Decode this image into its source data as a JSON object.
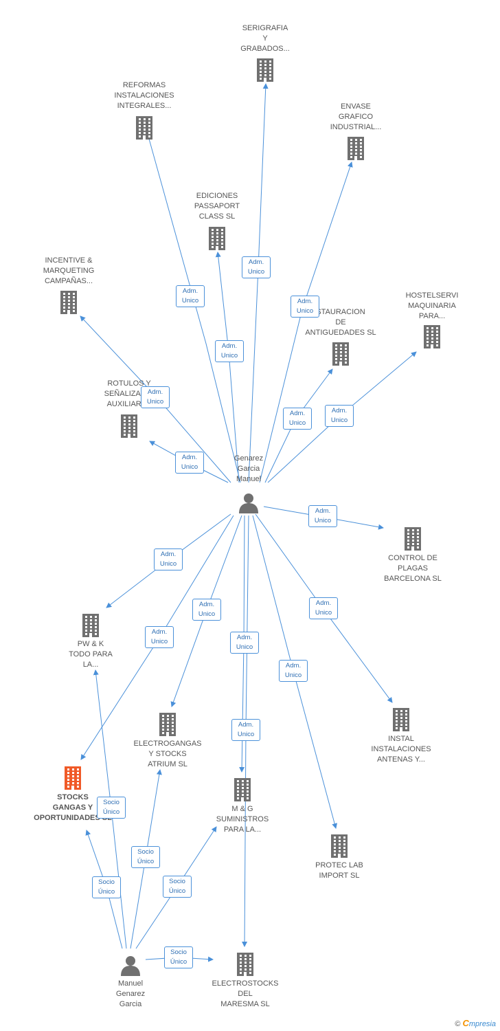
{
  "colors": {
    "edge": "#4a90d9",
    "company": "#707070",
    "highlight": "#f05a28",
    "person": "#707070"
  },
  "persons": [
    {
      "id": "genarez",
      "lines": [
        "Genarez",
        "Garcia",
        "Manuel"
      ],
      "icon": "person-icon"
    },
    {
      "id": "manuel",
      "lines": [
        "Manuel",
        "Genarez",
        "Garcia"
      ],
      "icon": "person-icon"
    }
  ],
  "companies": [
    {
      "id": "serigrafia",
      "lines": [
        "SERIGRAFIA",
        "Y",
        "GRABADOS..."
      ],
      "icon": "building-icon"
    },
    {
      "id": "reformas",
      "lines": [
        "REFORMAS",
        "INSTALACIONES",
        "INTEGRALES..."
      ],
      "icon": "building-icon"
    },
    {
      "id": "envase",
      "lines": [
        "ENVASE",
        "GRAFICO",
        "INDUSTRIAL..."
      ],
      "icon": "building-icon"
    },
    {
      "id": "ediciones",
      "lines": [
        "EDICIONES",
        "PASSAPORT",
        "CLASS SL"
      ],
      "icon": "building-icon"
    },
    {
      "id": "incentive",
      "lines": [
        "INCENTIVE &",
        "MARQUETING",
        "CAMPAÑAS..."
      ],
      "icon": "building-icon"
    },
    {
      "id": "restauracion",
      "lines": [
        "STAURACION",
        "DE",
        "ANTIGUEDADES SL"
      ],
      "icon": "building-icon"
    },
    {
      "id": "hostelservi",
      "lines": [
        "HOSTELSERVI",
        "MAQUINARIA",
        "PARA..."
      ],
      "icon": "building-icon"
    },
    {
      "id": "rotulos",
      "lines": [
        "ROTULOS Y",
        "SEÑALIZACIO",
        "AUXILIARES"
      ],
      "icon": "building-icon"
    },
    {
      "id": "control",
      "lines": [
        "CONTROL DE",
        "PLAGAS",
        "BARCELONA SL"
      ],
      "icon": "building-icon"
    },
    {
      "id": "pwk",
      "lines": [
        "PW & K",
        "TODO PARA",
        "LA..."
      ],
      "icon": "building-icon"
    },
    {
      "id": "electrogangas",
      "lines": [
        "ELECTROGANGAS",
        "Y STOCKS",
        "ATRIUM SL"
      ],
      "icon": "building-icon"
    },
    {
      "id": "instal",
      "lines": [
        "INSTAL",
        "INSTALACIONES",
        "ANTENAS Y..."
      ],
      "icon": "building-icon"
    },
    {
      "id": "stocks",
      "lines": [
        "STOCKS",
        "GANGAS Y",
        "OPORTUNIDADES SL"
      ],
      "icon": "building-icon",
      "highlight": true
    },
    {
      "id": "mg",
      "lines": [
        "M & G",
        "SUMINISTROS",
        "PARA LA..."
      ],
      "icon": "building-icon"
    },
    {
      "id": "proteclab",
      "lines": [
        "PROTEC LAB",
        "IMPORT SL"
      ],
      "icon": "building-icon"
    },
    {
      "id": "electrostocks",
      "lines": [
        "ELECTROSTOCKS",
        "DEL",
        "MARESMA SL"
      ],
      "icon": "building-icon"
    }
  ],
  "edges": [
    {
      "from": "genarez",
      "to": "serigrafia",
      "label": [
        "Adm.",
        "Unico"
      ]
    },
    {
      "from": "genarez",
      "to": "reformas",
      "label": [
        "Adm.",
        "Unico"
      ]
    },
    {
      "from": "genarez",
      "to": "envase",
      "label": [
        "Adm.",
        "Unico"
      ]
    },
    {
      "from": "genarez",
      "to": "ediciones",
      "label": [
        "Adm.",
        "Unico"
      ]
    },
    {
      "from": "genarez",
      "to": "incentive",
      "label": [
        "Adm.",
        "Unico"
      ]
    },
    {
      "from": "genarez",
      "to": "restauracion",
      "label": [
        "Adm.",
        "Unico"
      ]
    },
    {
      "from": "genarez",
      "to": "hostelservi",
      "label": [
        "Adm.",
        "Unico"
      ]
    },
    {
      "from": "genarez",
      "to": "rotulos",
      "label": [
        "Adm.",
        "Unico"
      ]
    },
    {
      "from": "genarez",
      "to": "control",
      "label": [
        "Adm.",
        "Unico"
      ]
    },
    {
      "from": "genarez",
      "to": "pwk",
      "label": [
        "Adm.",
        "Unico"
      ]
    },
    {
      "from": "genarez",
      "to": "stocks",
      "label": [
        "Adm.",
        "Unico"
      ]
    },
    {
      "from": "genarez",
      "to": "electrogangas",
      "label": [
        "Adm.",
        "Unico"
      ]
    },
    {
      "from": "genarez",
      "to": "mg",
      "label": [
        "Adm.",
        "Unico"
      ]
    },
    {
      "from": "genarez",
      "to": "electrostocks",
      "label": [
        "Adm.",
        "Unico"
      ]
    },
    {
      "from": "genarez",
      "to": "proteclab",
      "label": [
        "Adm.",
        "Unico"
      ]
    },
    {
      "from": "genarez",
      "to": "instal",
      "label": [
        "Adm.",
        "Unico"
      ]
    },
    {
      "from": "manuel",
      "to": "pwk",
      "label": [
        "Socio",
        "Único"
      ]
    },
    {
      "from": "manuel",
      "to": "stocks",
      "label": [
        "Socio",
        "Único"
      ]
    },
    {
      "from": "manuel",
      "to": "electrogangas",
      "label": [
        "Socio",
        "Único"
      ]
    },
    {
      "from": "manuel",
      "to": "mg",
      "label": [
        "Socio",
        "Único"
      ]
    },
    {
      "from": "manuel",
      "to": "electrostocks",
      "label": [
        "Socio",
        "Único"
      ]
    }
  ],
  "brand": {
    "copyright": "©",
    "name_initial": "C",
    "name_rest": "mpresia"
  }
}
